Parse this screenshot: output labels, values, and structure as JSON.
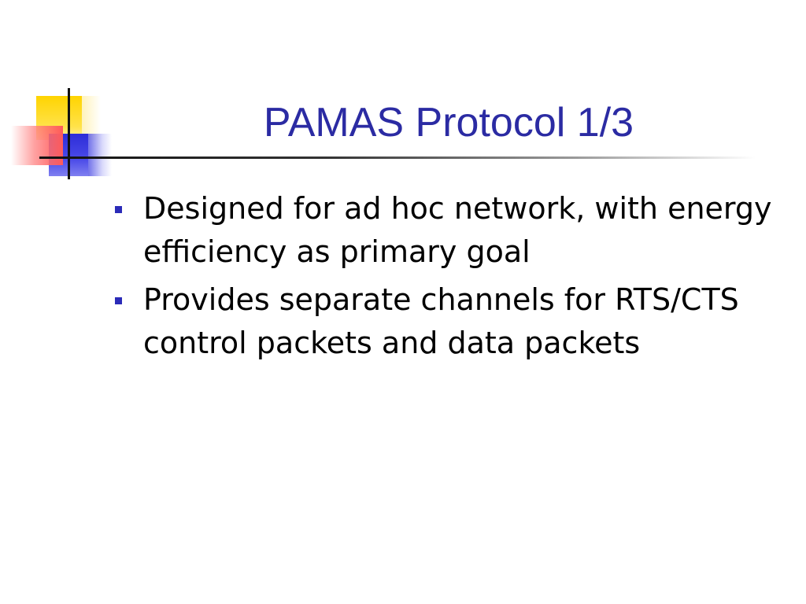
{
  "slide": {
    "title": "PAMAS Protocol 1/3",
    "bullets": [
      {
        "text": "Designed for ad hoc network, with energy efficiency as primary goal"
      },
      {
        "text": "Provides separate channels for RTS/CTS control packets and data packets"
      }
    ]
  },
  "colors": {
    "title": "#2b2ba3",
    "bullet_marker": "#2b2bb8",
    "body_text": "#000000",
    "deco_yellow": "#ffd400",
    "deco_red": "#ff5a5a",
    "deco_blue": "#2d2dd8"
  },
  "icons": {
    "logo": "decorative-squares-logo"
  }
}
